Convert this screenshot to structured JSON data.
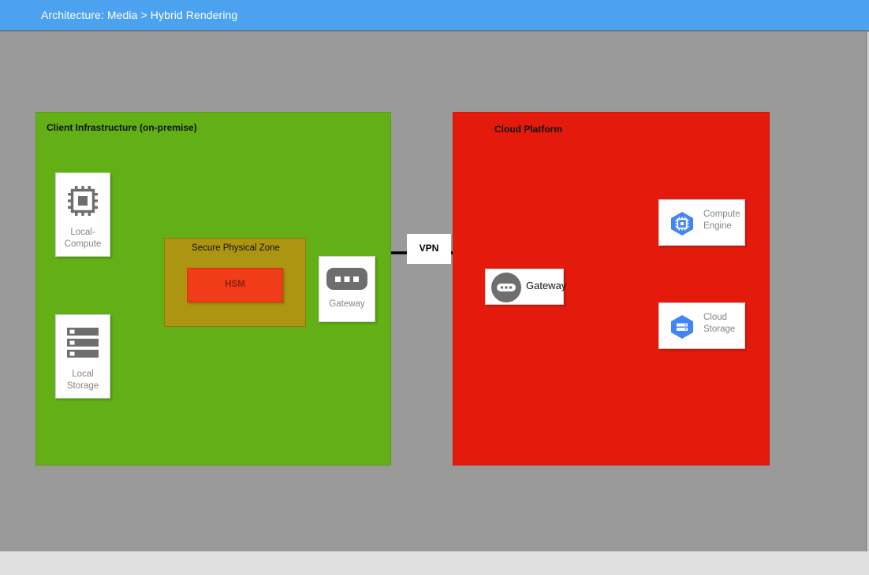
{
  "header": {
    "breadcrumb": "Architecture: Media > Hybrid Rendering"
  },
  "colors": {
    "header_blue": "#4da2f0",
    "canvas_gray": "#9a9a9a",
    "footer_gray": "#e0e0e0",
    "client_zone_green": "#62af16",
    "cloud_zone_red": "#e41b0c",
    "secure_zone_olive": "#ad9512",
    "hsm_orange": "#f03c18",
    "hsm_text_dark_red": "#8c2010",
    "gcp_icon_blue": "#4285f4",
    "node_label_gray": "#868686",
    "edge_black": "#000000",
    "edge_dark_red": "#a10000",
    "edge_orange_red": "#f4511e",
    "edge_brown": "#5d2b00"
  },
  "diagram": {
    "zones": [
      {
        "id": "client",
        "title": "Client Infrastructure (on-premise)"
      },
      {
        "id": "cloud",
        "title": "Cloud Platform"
      },
      {
        "id": "secure",
        "title": "Secure Physical Zone"
      }
    ],
    "nodes": [
      {
        "id": "local-compute",
        "label": "Local-\nCompute",
        "icon": "cpu-chip-icon",
        "zone": "client"
      },
      {
        "id": "local-storage",
        "label": "Local\nStorage",
        "icon": "server-rack-icon",
        "zone": "client"
      },
      {
        "id": "hsm",
        "label": "HSM",
        "icon": "none",
        "zone": "secure"
      },
      {
        "id": "gateway-local",
        "label": "Gateway",
        "icon": "gateway-icon",
        "zone": "client"
      },
      {
        "id": "gateway-cloud",
        "label": "Gateway",
        "icon": "gateway-circle-icon",
        "zone": "cloud"
      },
      {
        "id": "compute-engine",
        "label": "Compute\nEngine",
        "icon": "compute-engine-icon",
        "zone": "cloud"
      },
      {
        "id": "cloud-storage",
        "label": "Cloud\nStorage",
        "icon": "cloud-storage-icon",
        "zone": "cloud"
      }
    ],
    "labels": [
      {
        "id": "vpn",
        "text": "VPN"
      }
    ],
    "edges": [
      {
        "from": "hsm",
        "to": "local-compute",
        "direction": "to",
        "color": "#a10000"
      },
      {
        "from": "hsm",
        "to": "local-storage",
        "direction": "to",
        "color": "#a10000"
      },
      {
        "from": "local-compute",
        "to": "hsm",
        "direction": "to",
        "color": "#f4511e"
      },
      {
        "from": "local-storage",
        "to": "hsm",
        "direction": "to",
        "color": "#f4511e"
      },
      {
        "from": "gateway-local",
        "to": "hsm",
        "direction": "to",
        "color": "#5d2b00"
      },
      {
        "from": "hsm",
        "to": "gateway-local",
        "direction": "to",
        "color": "#000000"
      },
      {
        "from": "gateway-local",
        "to": "gateway-cloud",
        "direction": "both",
        "color": "#000000"
      },
      {
        "from": "gateway-cloud",
        "to": "compute-engine",
        "direction": "both",
        "color": "#000000"
      },
      {
        "from": "gateway-cloud",
        "to": "cloud-storage",
        "direction": "both",
        "color": "#000000"
      },
      {
        "from": "compute-engine",
        "to": "cloud-storage",
        "direction": "both",
        "color": "#000000"
      }
    ]
  }
}
